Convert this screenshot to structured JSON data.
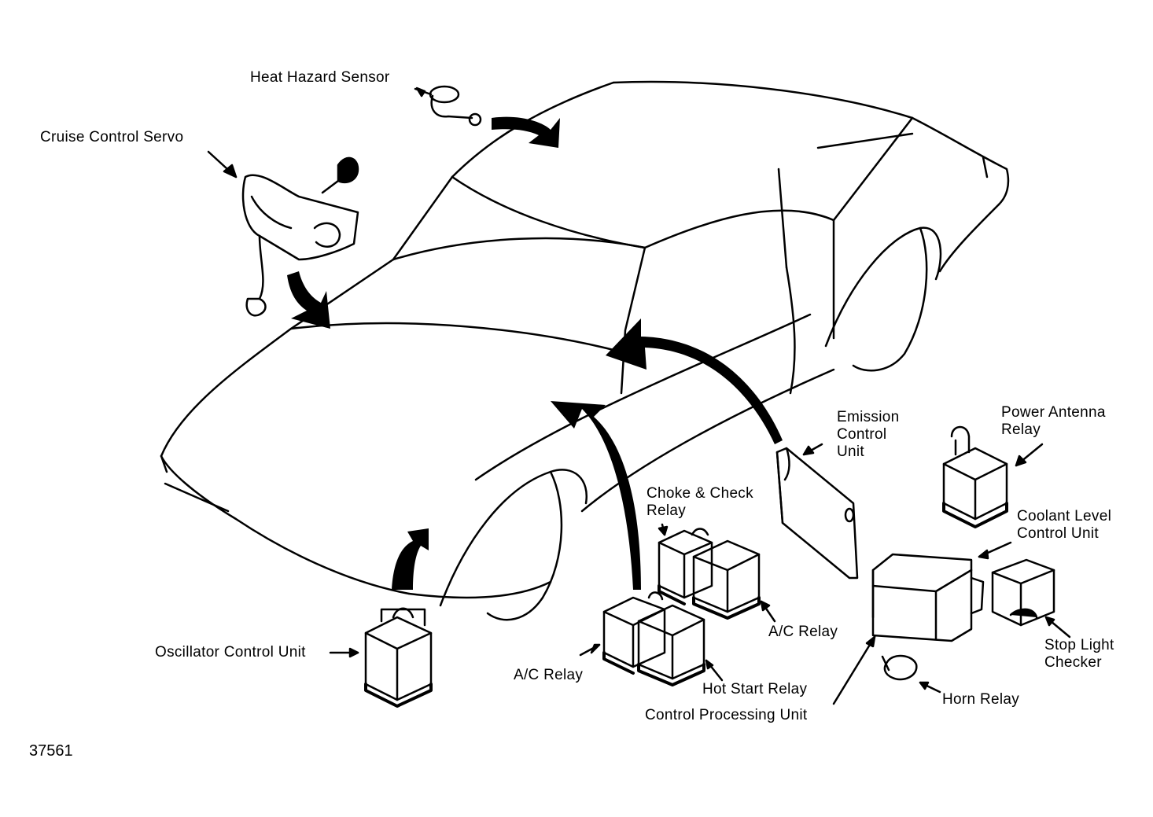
{
  "figure_number": "37561",
  "colors": {
    "ink": "#000000",
    "paper": "#ffffff"
  },
  "labels": {
    "heat_hazard_sensor": "Heat Hazard Sensor",
    "cruise_control_servo": "Cruise Control Servo",
    "emission_control_unit": [
      "Emission",
      "Control",
      "Unit"
    ],
    "power_antenna_relay": [
      "Power Antenna",
      "Relay"
    ],
    "choke_check_relay": [
      "Choke & Check",
      "Relay"
    ],
    "coolant_level_control_unit": [
      "Coolant Level",
      "Control Unit"
    ],
    "oscillator_control_unit": "Oscillator Control Unit",
    "ac_relay_upper": "A/C Relay",
    "ac_relay_lower": "A/C Relay",
    "stop_light_checker": [
      "Stop Light",
      "Checker"
    ],
    "hot_start_relay": "Hot Start Relay",
    "horn_relay": "Horn Relay",
    "control_processing_unit": "Control Processing Unit"
  }
}
